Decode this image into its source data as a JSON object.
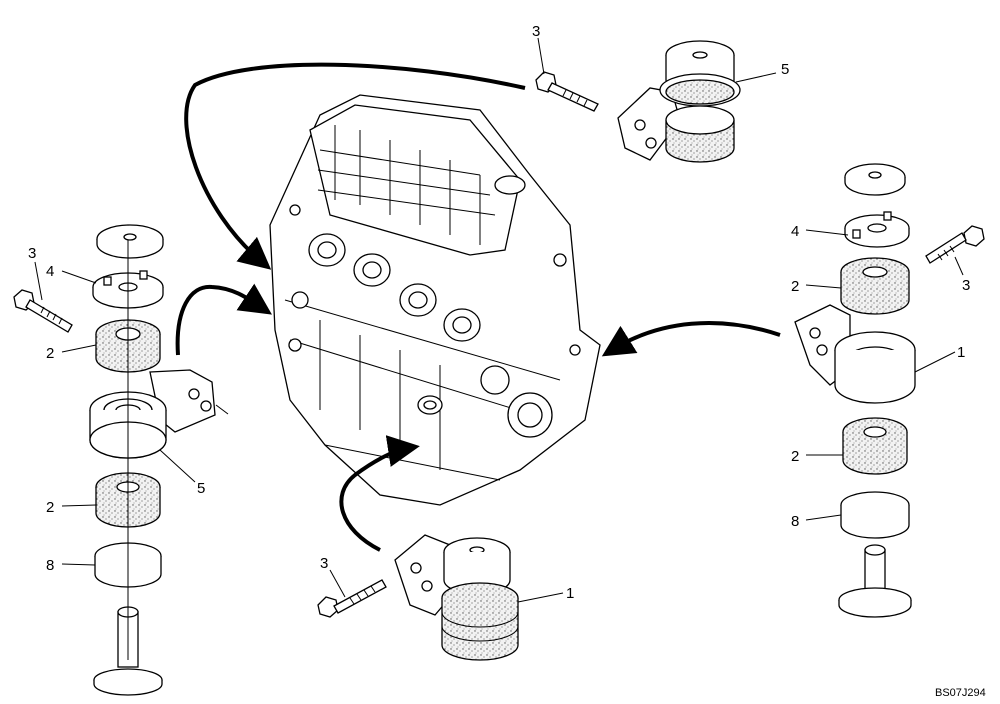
{
  "diagram": {
    "reference_code": "BS07J294",
    "callouts": [
      {
        "id": "c-left-3",
        "text": "3"
      },
      {
        "id": "c-left-4",
        "text": "4"
      },
      {
        "id": "c-left-2a",
        "text": "2"
      },
      {
        "id": "c-left-5",
        "text": "5"
      },
      {
        "id": "c-left-2b",
        "text": "2"
      },
      {
        "id": "c-left-8",
        "text": "8"
      },
      {
        "id": "c-top-3",
        "text": "3"
      },
      {
        "id": "c-top-5",
        "text": "5"
      },
      {
        "id": "c-right-4",
        "text": "4"
      },
      {
        "id": "c-right-3",
        "text": "3"
      },
      {
        "id": "c-right-2a",
        "text": "2"
      },
      {
        "id": "c-right-1",
        "text": "1"
      },
      {
        "id": "c-right-2b",
        "text": "2"
      },
      {
        "id": "c-right-8",
        "text": "8"
      },
      {
        "id": "c-bottom-3",
        "text": "3"
      },
      {
        "id": "c-bottom-1",
        "text": "1"
      }
    ]
  }
}
